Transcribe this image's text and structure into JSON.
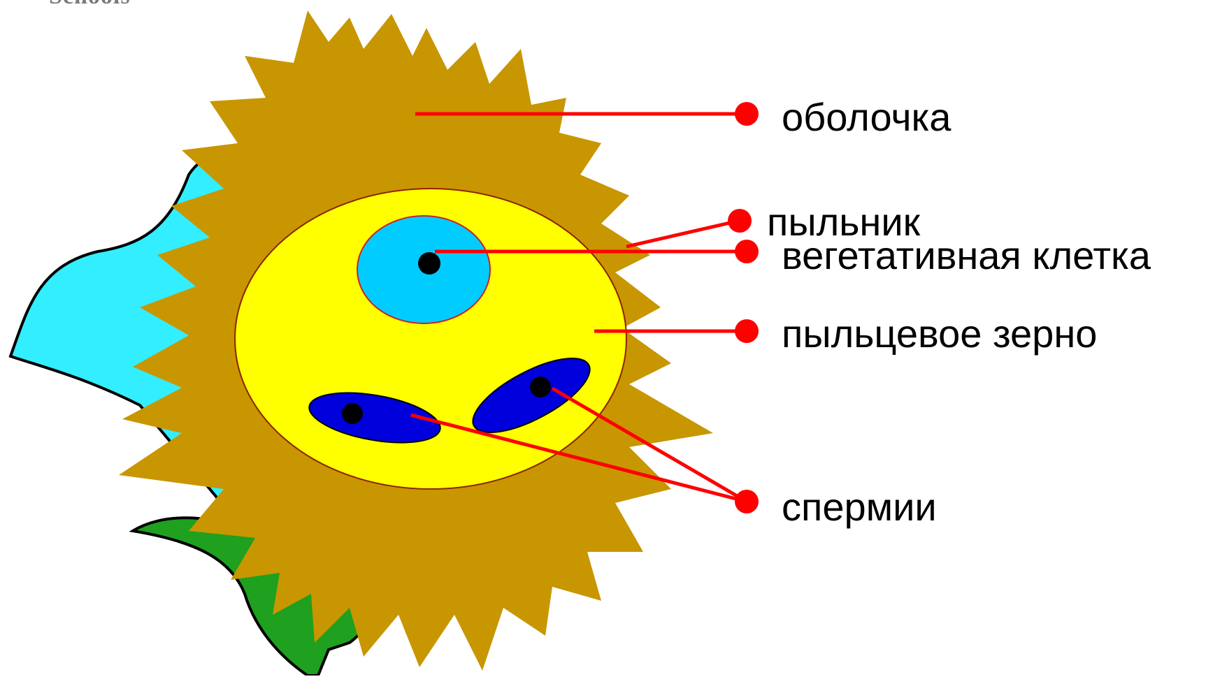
{
  "header": {
    "corner_text": "Schools"
  },
  "labels": {
    "shell": "оболочка",
    "anther": "пыльник",
    "vegetative_cell": "вегетативная клетка",
    "pollen_grain": "пыльцевое зерно",
    "sperm_cells": "спермии"
  },
  "colors": {
    "shell": "#C89600",
    "pollen_grain": "#FFFF00",
    "vegetative_cell": "#00CCFF",
    "sperm_cell": "#0000DD",
    "nucleus": "#000000",
    "pointer": "#FF0000",
    "petal": "#33EEFF",
    "sepal": "#1FA01F"
  }
}
